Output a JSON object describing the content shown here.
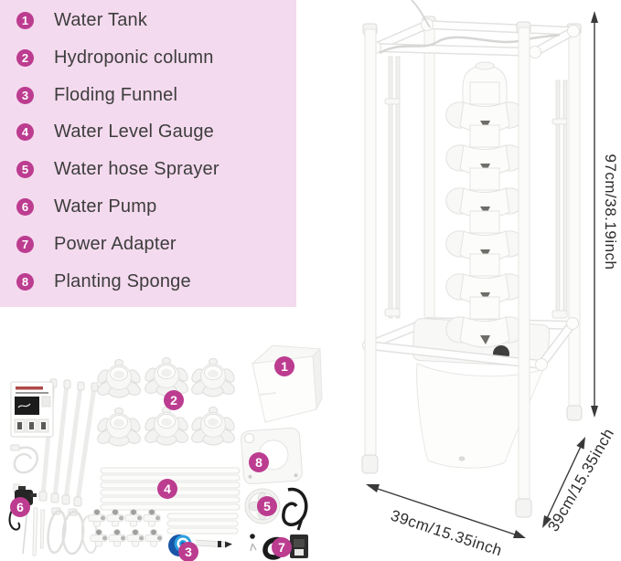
{
  "legend": {
    "items": [
      {
        "num": "1",
        "label": "Water Tank"
      },
      {
        "num": "2",
        "label": "Hydroponic column"
      },
      {
        "num": "3",
        "label": "Floding Funnel"
      },
      {
        "num": "4",
        "label": "Water Level Gauge"
      },
      {
        "num": "5",
        "label": "Water hose Sprayer"
      },
      {
        "num": "6",
        "label": "Water Pump"
      },
      {
        "num": "7",
        "label": "Power Adapter"
      },
      {
        "num": "8",
        "label": "Planting Sponge"
      }
    ]
  },
  "dimensions": {
    "height": "97cm/38.19inch",
    "width": "39cm/15.35inch",
    "depth": "39cm/15.35inch"
  },
  "parts": {
    "water_tank": "1",
    "hydroponic_column": "2",
    "floding_funnel": "3",
    "water_level_gauge": "4",
    "water_hose_sprayer": "5",
    "water_pump": "6",
    "power_adapter": "7",
    "planting_sponge": "8"
  },
  "colors": {
    "legend_bg": "#f4daee",
    "badge": "#bc3c90",
    "text": "#3d3d3d",
    "dimension_text": "#2e2e2e",
    "funnel_blue_dark": "#1756a8",
    "funnel_blue": "#2d9fe0"
  }
}
